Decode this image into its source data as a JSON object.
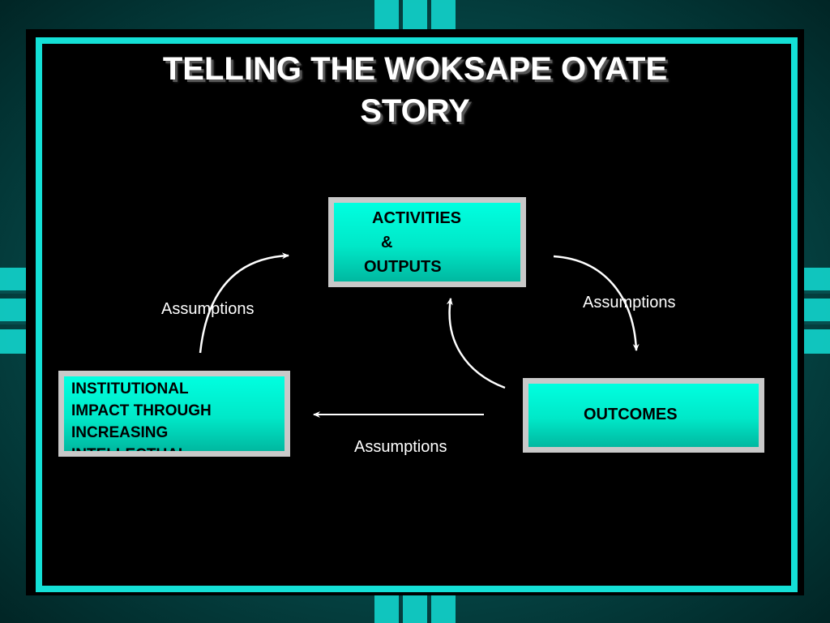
{
  "title": {
    "line1": "TELLING THE WOKSAPE OYATE",
    "line2": "STORY"
  },
  "boxes": {
    "activities": {
      "line1": "ACTIVITIES",
      "line2": "&",
      "line3": "OUTPUTS"
    },
    "outcomes": {
      "label": "OUTCOMES"
    },
    "institutional": {
      "line1": "INSTITUTIONAL",
      "line2": "IMPACT THROUGH",
      "line3": "INCREASING",
      "line4": "INTELLECTUAL"
    }
  },
  "labels": {
    "assumptions_left": "Assumptions",
    "assumptions_right": "Assumptions",
    "assumptions_bottom": "Assumptions"
  },
  "colors": {
    "frame_teal": "#14e0d6",
    "box_fill": "#00ffe0",
    "box_border": "#c9c9c9",
    "background": "#000000"
  }
}
